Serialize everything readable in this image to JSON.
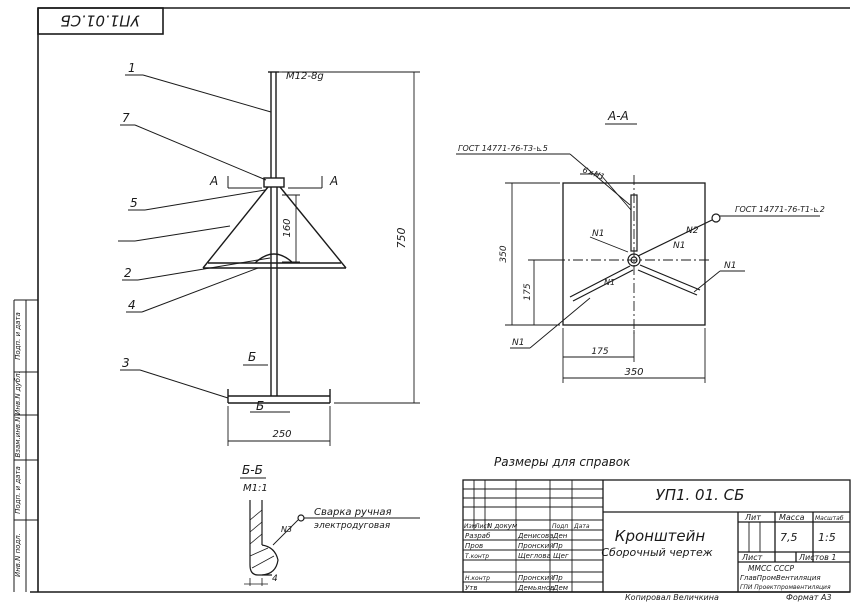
{
  "stamp": {
    "top_code": "УП1.01.СБ"
  },
  "dims": {
    "thread": "М12-8g",
    "height_750": "750",
    "dim_160": "160",
    "dim_250": "250",
    "dim_350_v": "350",
    "dim_175_v": "175",
    "dim_175_h": "175",
    "dim_350_h": "350"
  },
  "positions": {
    "p1": "1",
    "p2": "2",
    "p3": "3",
    "p4": "4",
    "p5": "5",
    "p7": "7"
  },
  "sections": {
    "aa_mark_left": "А",
    "aa_mark_right": "А",
    "aa_title": "А-А",
    "bb_mark_1": "Б",
    "bb_mark_2": "Б",
    "bb_title": "Б-Б",
    "bb_scale": "М1:1",
    "bb_dim": "4"
  },
  "aa_notes": {
    "gost_top": "ГОСТ 14771-76-Т3-⊾5",
    "gost_right": "ГОСТ 14771-76-Т1-⊾2",
    "six_n1": "6×N1",
    "n1_a": "N1",
    "n1_b": "N1",
    "n1_c": "N1",
    "n1_d": "N1",
    "n1_e": "N1",
    "n2": "N2"
  },
  "weld": {
    "n3": "N3",
    "line1": "Сварка ручная",
    "line2": "электродуговая"
  },
  "notes": {
    "ref": "Размеры    для справок"
  },
  "title_block": {
    "doc_code": "УП1. 01. СБ",
    "name_line1": "Кронштейн",
    "name_line2": "Сборочный чертеж",
    "head_izm": "Изм",
    "head_list": "Лист",
    "head_ndoc": "N докум",
    "head_podp": "Подп",
    "head_data": "Дата",
    "row_razrab": "Разраб",
    "row_razrab_name": "Денисова",
    "row_razrab_sig": "Ден",
    "row_prov": "Пров",
    "row_prov_name": "Пронский",
    "row_prov_sig": "Пр",
    "row_tkontr": "Т.контр",
    "row_tkontr_name": "Щеглова",
    "row_tkontr_sig": "Щег",
    "row_nkontr": "Н.контр",
    "row_nkontr_name": "Пронский",
    "row_nkontr_sig": "Пр",
    "row_utv": "Утв",
    "row_utv_name": "Демьянов",
    "row_utv_sig": "Дем",
    "lit_label": "Лит",
    "mass_label": "Масса",
    "scale_label": "Масштаб",
    "mass_value": "7,5",
    "scale_value": "1:5",
    "sheet_label": "Лист",
    "sheets_label": "Листов 1",
    "org1": "ММСС    СССР",
    "org2": "ГлавПромВентиляция",
    "org3": "ГПИ Проектпромвентиляция",
    "bottom1": "Копировал  Величкина",
    "bottom2": "Формат А3"
  },
  "side_strip": {
    "s1": "Инв.N подл.",
    "s2": "Подп. и дата",
    "s3": "Взам.инв.N",
    "s4": "Инв.N дубл.",
    "s5": "Подп. и дата"
  }
}
